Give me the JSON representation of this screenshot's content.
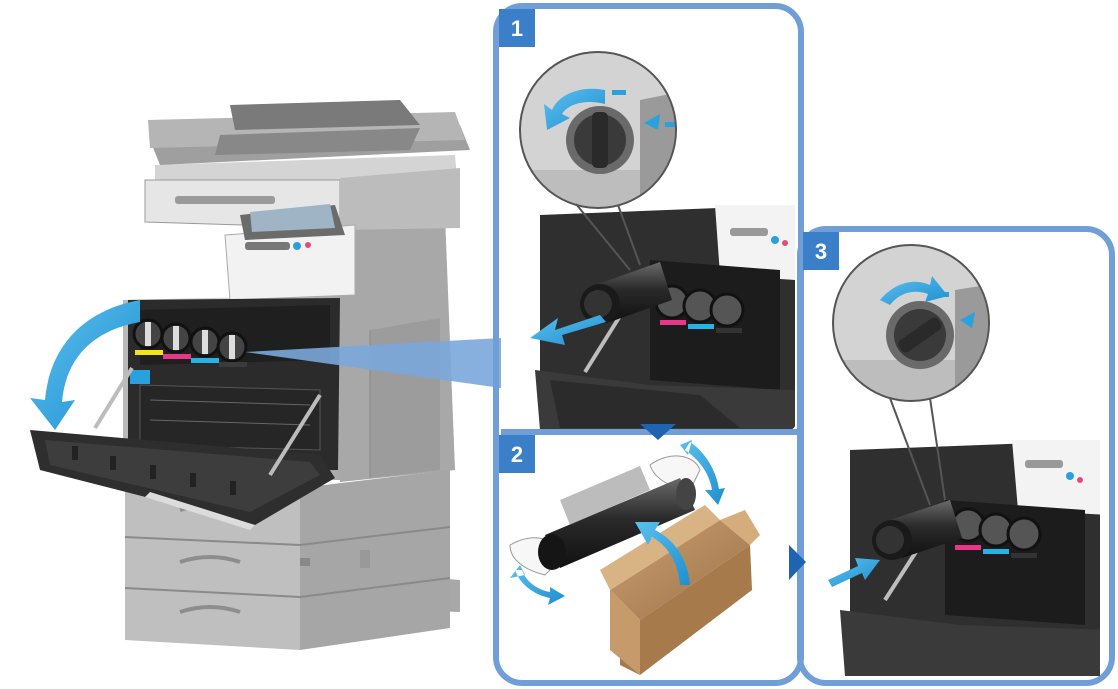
{
  "steps": [
    {
      "number": "1"
    },
    {
      "number": "2"
    },
    {
      "number": "3"
    }
  ],
  "colors": {
    "frame": "#6f9fd6",
    "badge": "#3b7fc8",
    "arrow": "#3aa7e0",
    "arrow_dark": "#1e64b0",
    "machine_light": "#c9c9c9",
    "machine_dark": "#5b5b5b",
    "box": "#b58a5a",
    "yellow": "#f3e31a",
    "magenta": "#e6378a",
    "cyan": "#25b3e6"
  },
  "icons": [
    "rotate-arrow-icon",
    "pull-out-arrow-icon",
    "shake-arrow-icon",
    "insert-arrow-icon",
    "next-step-triangle-icon"
  ]
}
